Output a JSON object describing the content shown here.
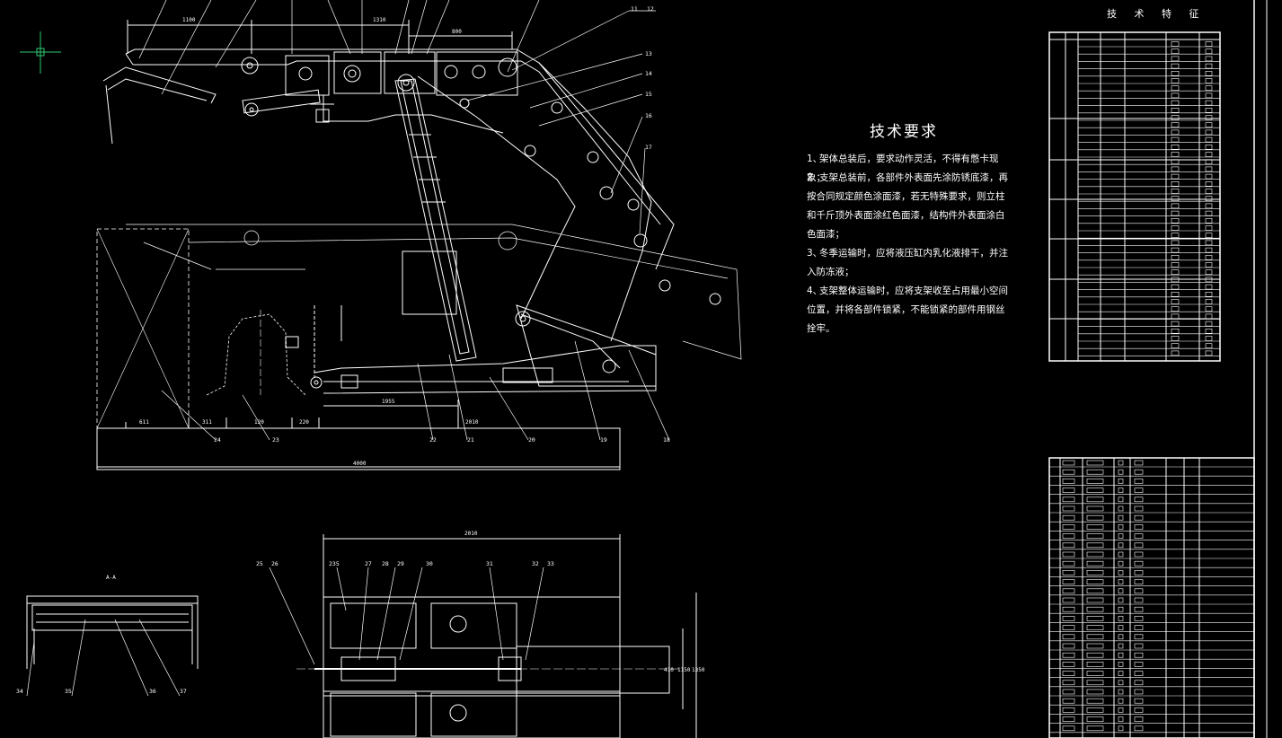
{
  "tech_requirements": {
    "title": "技术要求",
    "items": [
      {
        "num": "1、",
        "text": "架体总装后，要求动作灵活，不得有憋卡现象；"
      },
      {
        "num": "2、",
        "text": "支架总装前，各部件外表面先涂防锈底漆，再按合同规定颜色涂面漆，若无特殊要求，则立柱和千斤顶外表面涂红色面漆，结构件外表面涂白色面漆；"
      },
      {
        "num": "3、",
        "text": "冬季运输时，应将液压缸内乳化液排干，并注入防冻液；"
      },
      {
        "num": "4、",
        "text": "支架整体运输时，应将支架收至占用最小空间位置，并将各部件锁紧，不能锁紧的部件用钢丝拴牢。"
      }
    ]
  },
  "spec_table": {
    "title": "技 术 特 征"
  },
  "view_label": "A-A",
  "dimensions": {
    "top_left": "1100",
    "top_mid": "1310",
    "top_right": "800",
    "base_1": "611",
    "base_2": "311",
    "base_3": "120",
    "base_4": "220",
    "base_5": "1955",
    "base_6": "2010",
    "base_total": "4000",
    "plan_total": "2010",
    "plan_h1": "1350",
    "plan_h2": "1150",
    "plan_h3": "410"
  },
  "callouts": {
    "top": [
      "11",
      "12",
      "13",
      "14",
      "15",
      "16",
      "17"
    ],
    "bottom": [
      "24",
      "23",
      "22",
      "21",
      "20",
      "19",
      "18"
    ],
    "plan": [
      "25",
      "26",
      "235",
      "27",
      "28",
      "29",
      "30",
      "31",
      "32",
      "33"
    ],
    "section": [
      "34",
      "35",
      "36",
      "37"
    ]
  }
}
